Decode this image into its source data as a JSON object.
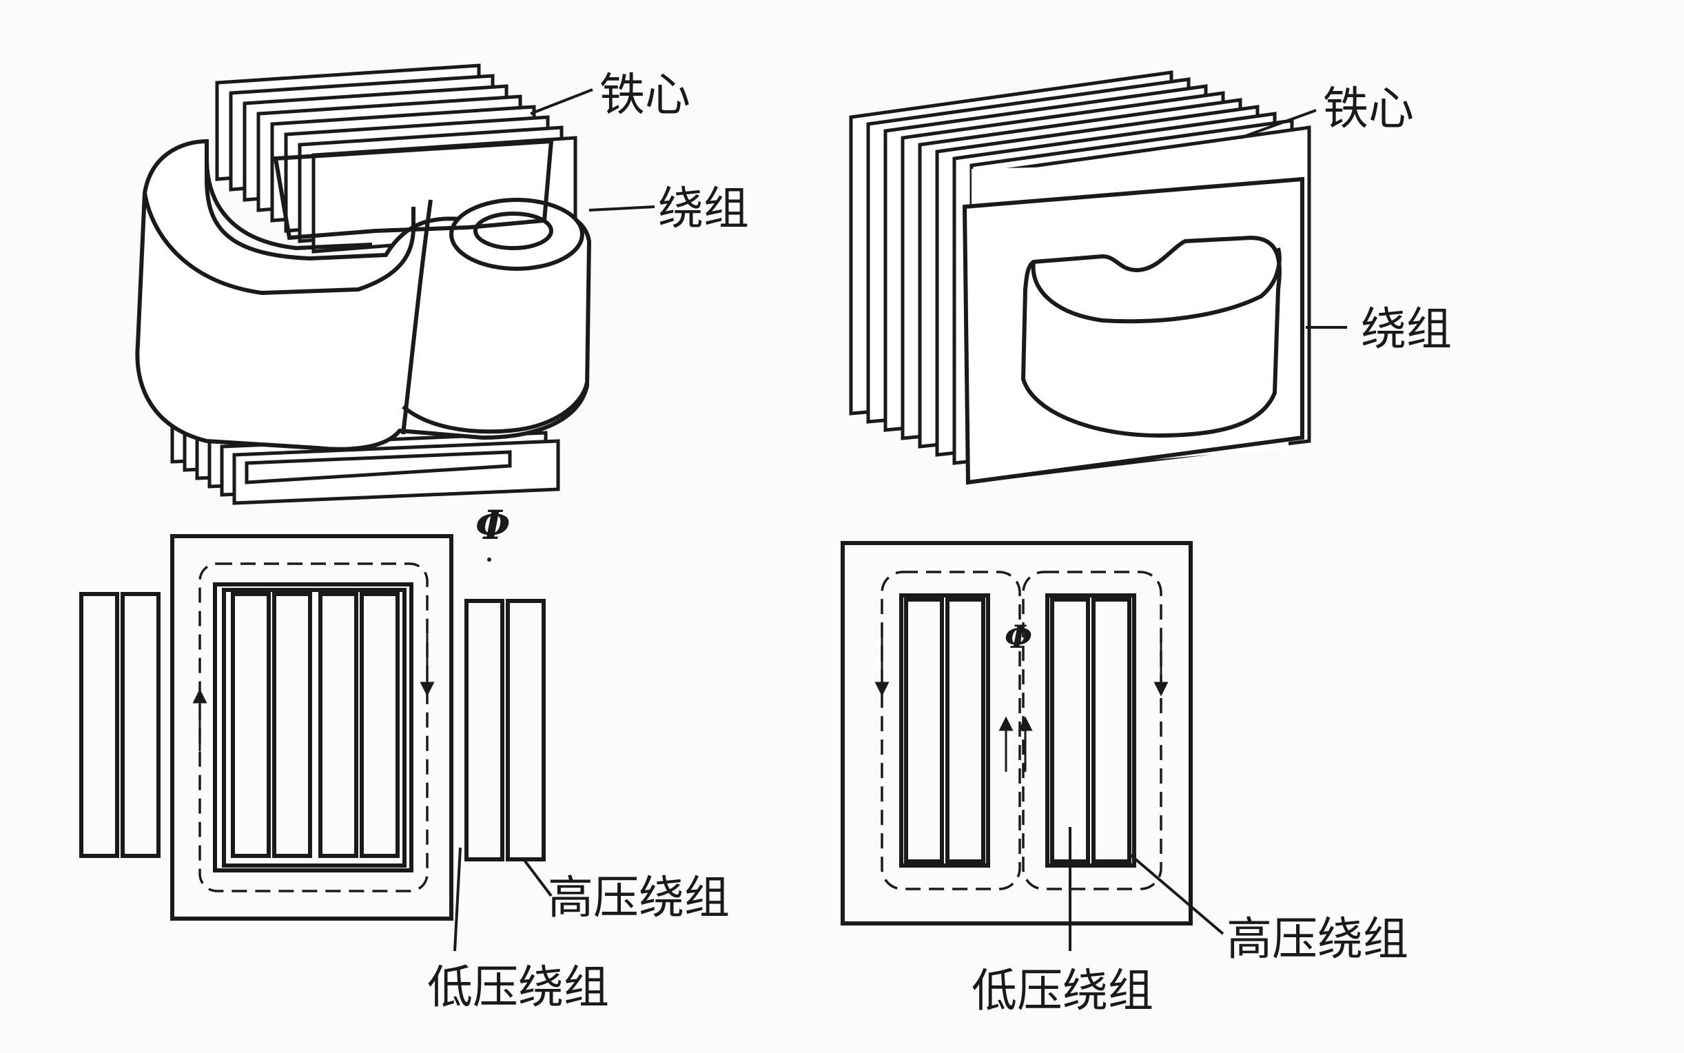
{
  "labels": {
    "top_left_core": "铁心",
    "top_left_winding": "绕组",
    "top_right_core": "铁心",
    "top_right_winding": "绕组",
    "bottom_left_hv": "高压绕组",
    "bottom_left_lv": "低压绕组",
    "bottom_left_flux": "Φ",
    "bottom_right_hv": "高压绕组",
    "bottom_right_lv": "低压绕组",
    "bottom_right_flux": "Φ"
  },
  "colors": {
    "ink": "#1a1a1a",
    "paper": "#fbfbf9",
    "winding_fill": "#ffffff"
  }
}
